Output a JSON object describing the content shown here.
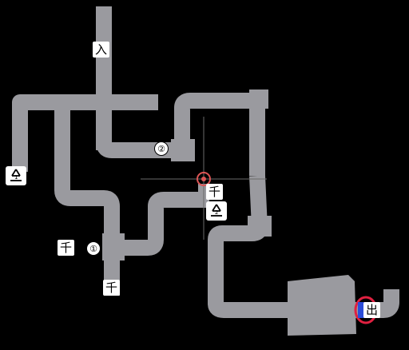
{
  "labels": {
    "entrance": "入",
    "exit": "出",
    "thousand_upper": "千",
    "thousand_left": "千",
    "thousand_bottom": "千",
    "marker_1": "①",
    "marker_2": "②"
  },
  "icons": {
    "recycle_1": "recycle-1-icon",
    "recycle_2": "recycle-2-icon",
    "cursor": "crosshair-target-icon",
    "exit_marker": "exit-portal-icon"
  },
  "colors": {
    "background": "#000000",
    "corridor": "#9a9a9f",
    "crosshair": "#dd5555",
    "exit_portal": "#e02040"
  }
}
